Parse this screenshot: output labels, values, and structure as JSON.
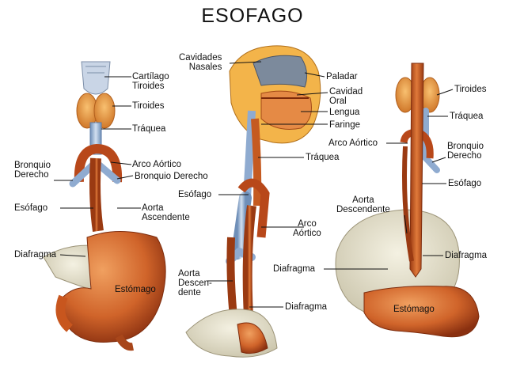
{
  "title": "ESOFAGO",
  "panels": {
    "front": {
      "labels": {
        "cartilago_tiroides": "Cartílago\nTiroides",
        "tiroides": "Tiroides",
        "traquea": "Tráquea",
        "bronquio_derecho": "Bronquio\nDerecho",
        "arco_aortico": "Arco Aórtico",
        "bronquio_derecho_2": "Bronquio Derecho",
        "esofago": "Esófago",
        "aorta_ascendente": "Aorta\nAscendente",
        "diafragma": "Diafragma",
        "estomago": "Estómago"
      }
    },
    "side": {
      "labels": {
        "cavidades_nasales": "Cavidades\nNasales",
        "paladar": "Paladar",
        "cavidad_oral": "Cavidad\nOral",
        "lengua": "Lengua",
        "faringe": "Faringe",
        "traquea": "Tráquea",
        "esofago": "Esófago",
        "arco_aortico": "Arco\nAórtico",
        "aorta_descendente": "Aorta\nDescen-\ndente",
        "diafragma": "Diafragma"
      }
    },
    "back": {
      "labels": {
        "tiroides": "Tiroides",
        "traquea": "Tráquea",
        "arco_aortico": "Arco Aórtico",
        "bronquio_derecho": "Bronquio\nDerecho",
        "esofago": "Esófago",
        "aorta_descendente": "Aorta\nDescendente",
        "diafragma_right": "Diafragma",
        "diafragma_left": "Diafragma",
        "estomago": "Estómago"
      }
    }
  },
  "colors": {
    "organ": "#c8561e",
    "organ_light": "#e8894a",
    "organ_dark": "#8e3312",
    "trachea": "#a9c3e0",
    "trachea_dark": "#6f8fb8",
    "thyroid": "#f0a24a",
    "cartilage": "#c9d5e6",
    "diaphragm": "#e6e2cf",
    "leader": "#111111"
  }
}
